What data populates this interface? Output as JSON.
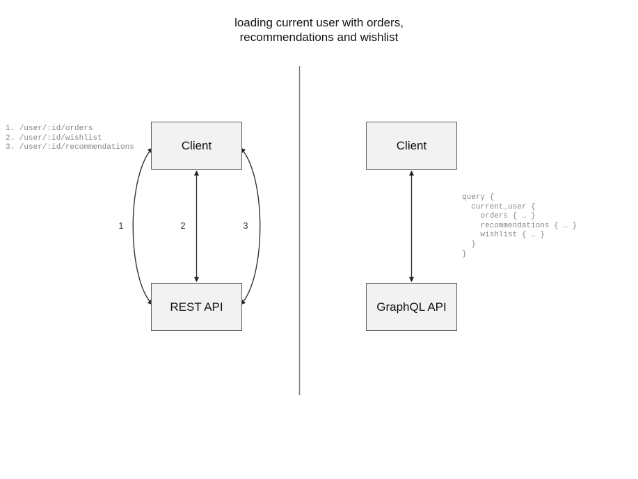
{
  "title": "loading current user with orders,\nrecommendations and wishlist",
  "left_panel": {
    "client_label": "Client",
    "api_label": "REST API",
    "endpoints": "1. /user/:id/orders\n2. /user/:id/wishlist\n3. /user/:id/recommendations",
    "edge_labels": [
      "1",
      "2",
      "3"
    ]
  },
  "right_panel": {
    "client_label": "Client",
    "api_label": "GraphQL API",
    "query": "query {\n  current_user {\n    orders { … }\n    recommendations { … }\n    wishlist { … }\n  }\n}"
  },
  "colors": {
    "node_fill": "#f2f2f2",
    "node_border": "#5c5c5c",
    "edge_stroke": "#333333",
    "divider": "#808080",
    "code_text": "#888888",
    "title_text": "#141414"
  }
}
